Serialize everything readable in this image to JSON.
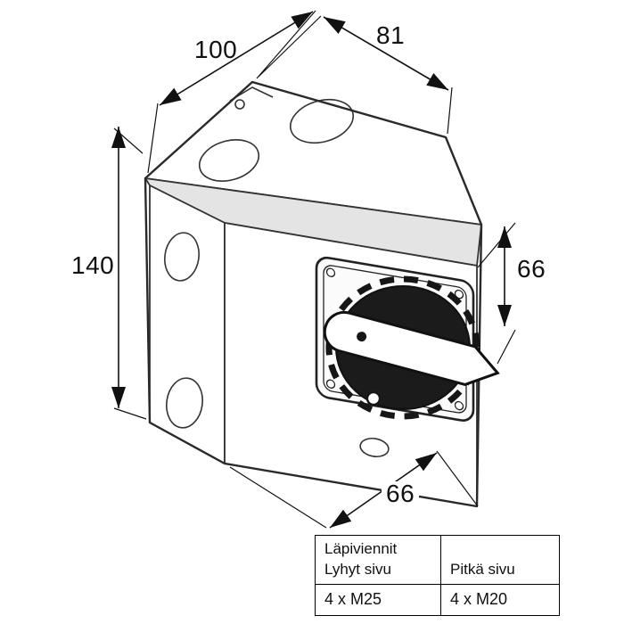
{
  "drawing": {
    "name": "switch-enclosure-isometric-drawing",
    "dimensions": {
      "top_width": "100",
      "top_depth": "81",
      "height": "140",
      "handle_height": "66",
      "bottom_depth": "66"
    }
  },
  "table": {
    "title": "Läpiviennit",
    "col_left_header": "Lyhyt sivu",
    "col_right_header": "Pitkä sivu",
    "col_left_value": "4 x M25",
    "col_right_value": "4 x M20"
  },
  "colors": {
    "line": "#2a2a2a",
    "knob": "#1b1b1b",
    "lid_shade": "#e4e4e4"
  }
}
